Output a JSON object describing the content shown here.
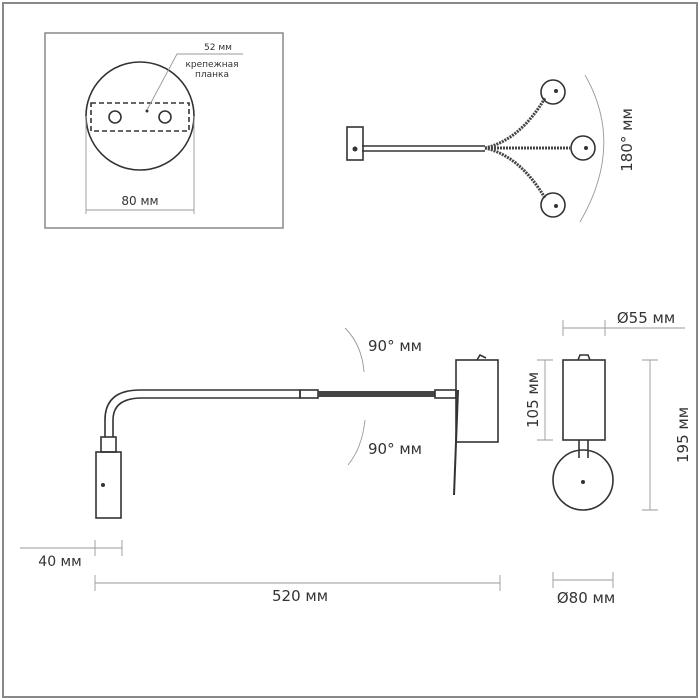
{
  "mount_detail": {
    "plate_width": "52 мм",
    "plate_label_line1": "крепежная",
    "plate_label_line2": "планка",
    "base_diameter": "80 мм"
  },
  "top_view": {
    "rotation": "180° мм"
  },
  "side_view": {
    "rotation_up": "90° мм",
    "rotation_down": "90° мм",
    "head_offset": "40 мм",
    "length": "520 мм"
  },
  "front_view": {
    "head_diameter": "Ø55 мм",
    "head_height": "105 мм",
    "total_height": "195 мм",
    "base_diameter": "Ø80 мм"
  }
}
